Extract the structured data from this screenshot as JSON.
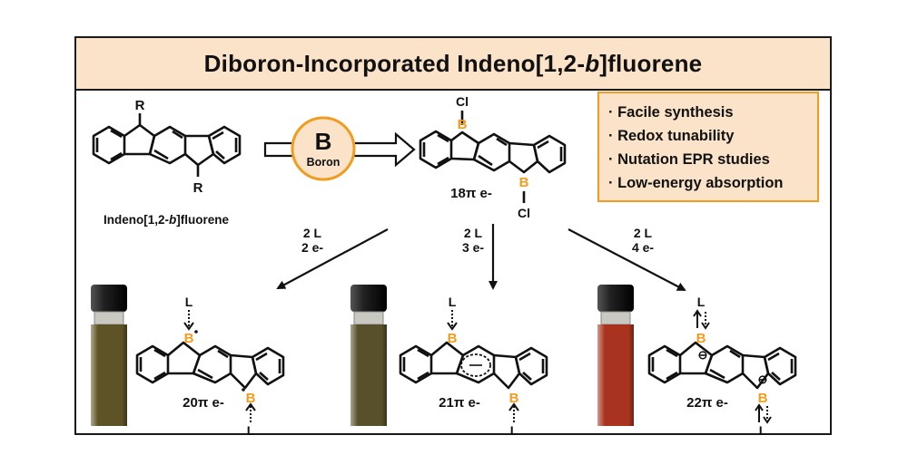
{
  "title": {
    "prefix": "Diboron-Incorporated Indeno[1,2-",
    "italic": "b",
    "suffix": "]fluorene"
  },
  "start_molecule": {
    "substituent": "R",
    "name_prefix": "Indeno[1,2-",
    "name_italic": "b",
    "name_suffix": "]fluorene"
  },
  "boron_circle": {
    "symbol": "B",
    "name": "Boron"
  },
  "dichloro": {
    "atom": "Cl",
    "boron": "B",
    "electrons": "18π e-"
  },
  "features": [
    "· Facile synthesis",
    "· Redox tunability",
    "· Nutation EPR studies",
    "· Low-energy absorption"
  ],
  "reactions": [
    {
      "ligand": "2 L",
      "electrons": "2 e-"
    },
    {
      "ligand": "2 L",
      "electrons": "3 e-"
    },
    {
      "ligand": "2 L",
      "electrons": "4 e-"
    }
  ],
  "products": [
    {
      "ligand": "L",
      "boron": "B",
      "electrons": "20π e-"
    },
    {
      "ligand": "L",
      "boron": "B",
      "electrons": "21π e-"
    },
    {
      "ligand": "L",
      "boron": "B",
      "electrons": "22π e-",
      "charge": "⊖"
    }
  ],
  "colors": {
    "accent": "#f29c1f",
    "panel": "#fbe3c9",
    "vial_olive": "#5e5326",
    "vial_red": "#a8341f"
  }
}
